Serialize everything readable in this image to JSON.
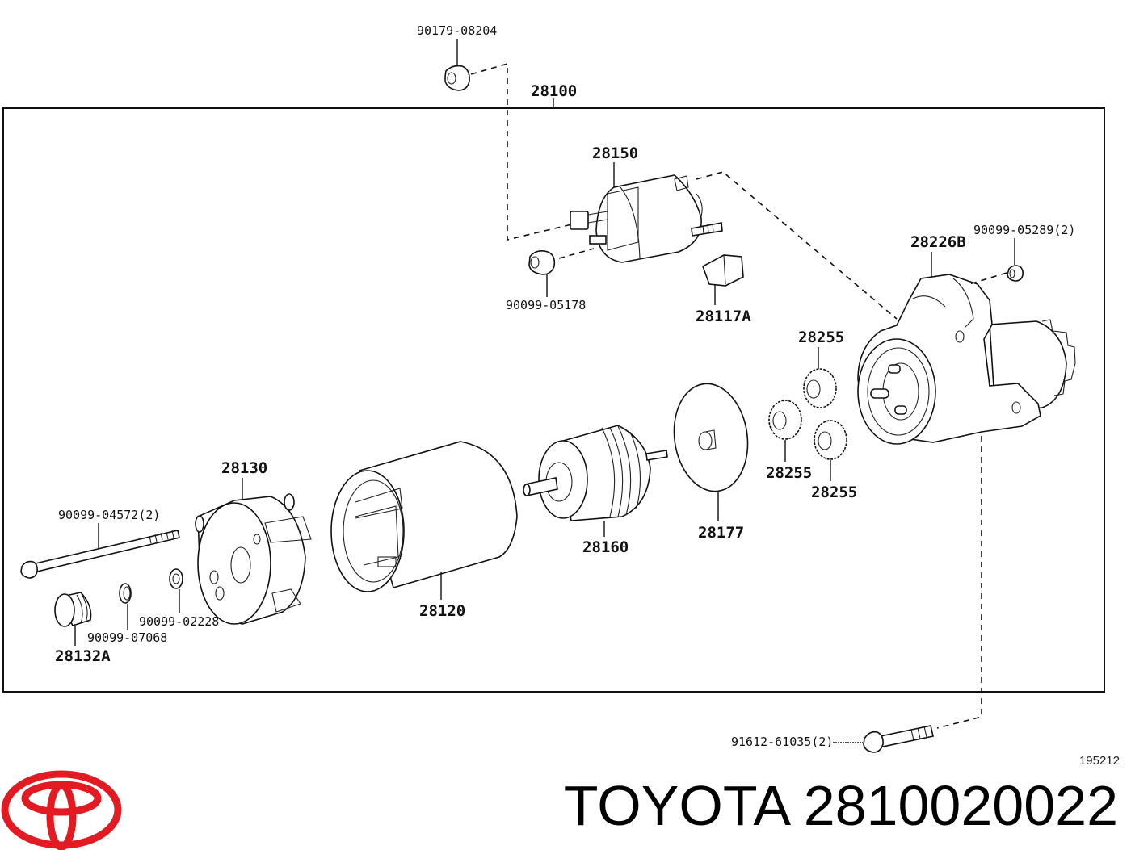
{
  "diagram": {
    "assembly_label": "28100",
    "parts": {
      "nut_top": "90179-08204",
      "solenoid": "28150",
      "nut_solenoid": "90099-05178",
      "lever": "28117A",
      "housing": "28226B",
      "nut_housing": "90099-05289(2)",
      "gear_top": "28255",
      "gear_left": "28255",
      "gear_right": "28255",
      "plate": "28177",
      "armature": "28160",
      "yoke": "28120",
      "end_frame": "28130",
      "through_bolt": "90099-04572(2)",
      "washer": "90099-02228",
      "ring": "90099-07068",
      "cap": "28132A",
      "mount_bolt": "91612-61035(2)"
    }
  },
  "footer": {
    "doc_code": "195212",
    "brand": "TOYOTA",
    "part_number": "2810020022",
    "title": "TOYOTA 2810020022",
    "logo_color": "#e21a22"
  }
}
